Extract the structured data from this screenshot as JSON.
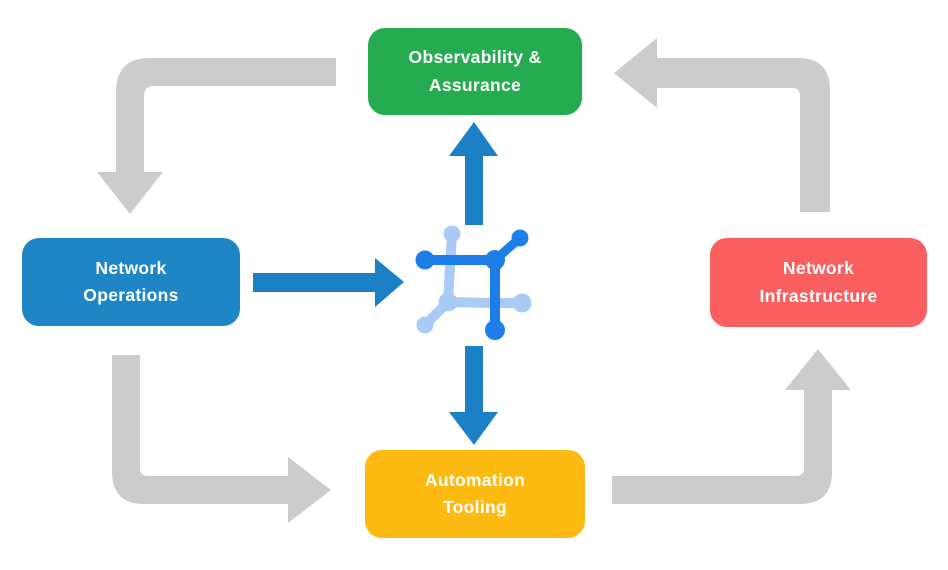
{
  "diagram": {
    "type": "cycle-flow-diagram",
    "nodes": {
      "observability": {
        "label": "Observability & Assurance",
        "lines": [
          "Observability &",
          "Assurance"
        ],
        "color": "#25AC50",
        "position": "top"
      },
      "operations": {
        "label": "Network Operations",
        "lines": [
          "Network",
          "Operations"
        ],
        "color": "#1F86C6",
        "position": "left"
      },
      "infrastructure": {
        "label": "Network Infrastructure",
        "lines": [
          "Network",
          "Infrastructure"
        ],
        "color": "#FA5F5F",
        "position": "right"
      },
      "automation": {
        "label": "Automation Tooling",
        "lines": [
          "Automation",
          "Tooling"
        ],
        "color": "#FCBA12",
        "position": "bottom"
      }
    },
    "center_icon": "network-node-icon",
    "colors": {
      "gray_arrow": "#CCCCCC",
      "blue_arrow": "#1C80C6",
      "icon_dark": "#1E7EE9",
      "icon_light": "#A9CBF5",
      "node_text": "#FFFFFF",
      "background": "#FFFFFF"
    },
    "flows": {
      "outer_cycle": [
        {
          "from": "observability",
          "to": "operations",
          "style": "gray"
        },
        {
          "from": "operations",
          "to": "automation",
          "style": "gray"
        },
        {
          "from": "automation",
          "to": "infrastructure",
          "style": "gray"
        },
        {
          "from": "infrastructure",
          "to": "observability",
          "style": "gray"
        }
      ],
      "center_links": [
        {
          "from": "operations",
          "to": "center",
          "style": "blue"
        },
        {
          "from": "center",
          "to": "observability",
          "style": "blue"
        },
        {
          "from": "center",
          "to": "automation",
          "style": "blue"
        }
      ]
    }
  }
}
